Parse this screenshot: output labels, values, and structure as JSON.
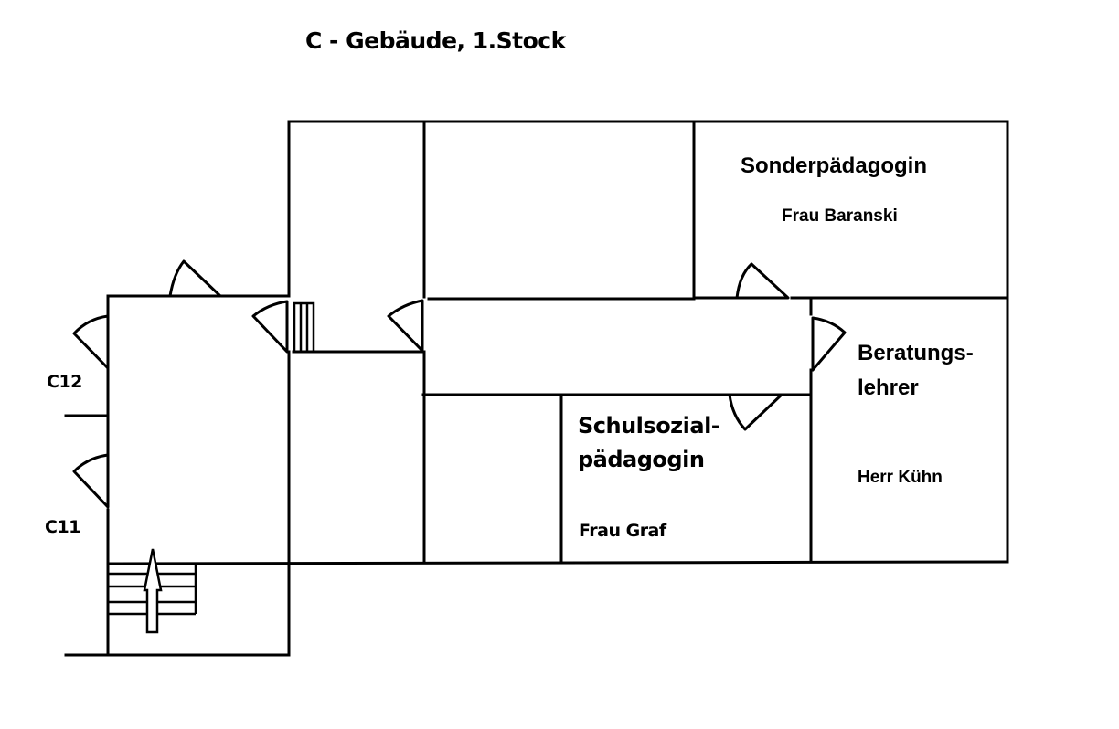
{
  "title": "C - Gebäude, 1.Stock",
  "rooms": {
    "sonder": {
      "role": "Sonderpädagogin",
      "person": "Frau Baranski"
    },
    "beratung": {
      "role_line1": "Beratungs-",
      "role_line2": "lehrer",
      "person": "Herr Kühn"
    },
    "schulsozial": {
      "role_line1": "Schulsozial-",
      "role_line2": "pädagogin",
      "person": "Frau Graf"
    }
  },
  "classrooms": {
    "c12": "C12",
    "c11": "C11"
  },
  "icons": {
    "stairs": "staircase-up-arrow",
    "door": "door-swing-arc"
  }
}
